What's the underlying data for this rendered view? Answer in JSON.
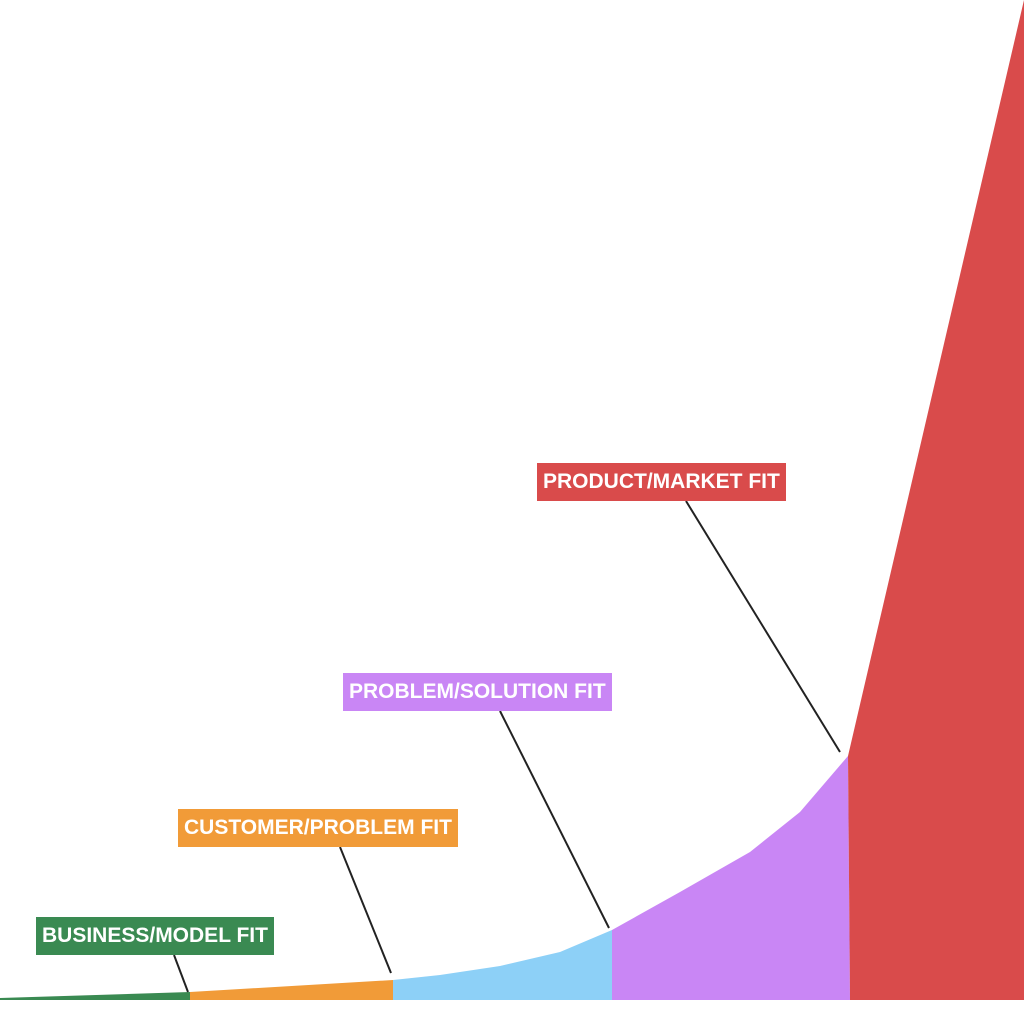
{
  "stages": [
    {
      "id": "business-model",
      "label": "BUSINESS/MODEL FIT",
      "color": "#3a8a52"
    },
    {
      "id": "customer-problem",
      "label": "CUSTOMER/PROBLEM FIT",
      "color": "#f19b38"
    },
    {
      "id": "problem-solution",
      "label": "PROBLEM/SOLUTION FIT",
      "color": "#c986f5"
    },
    {
      "id": "product-market",
      "label": "PRODUCT/MARKET FIT",
      "color": "#d94b4b"
    }
  ],
  "segment_colors": {
    "business_model": "#3a8a52",
    "customer_problem": "#f19b38",
    "light_blue": "#8dd0f7",
    "problem_solution": "#c986f5",
    "product_market": "#d94b4b"
  },
  "leader_line_color": "#222222"
}
